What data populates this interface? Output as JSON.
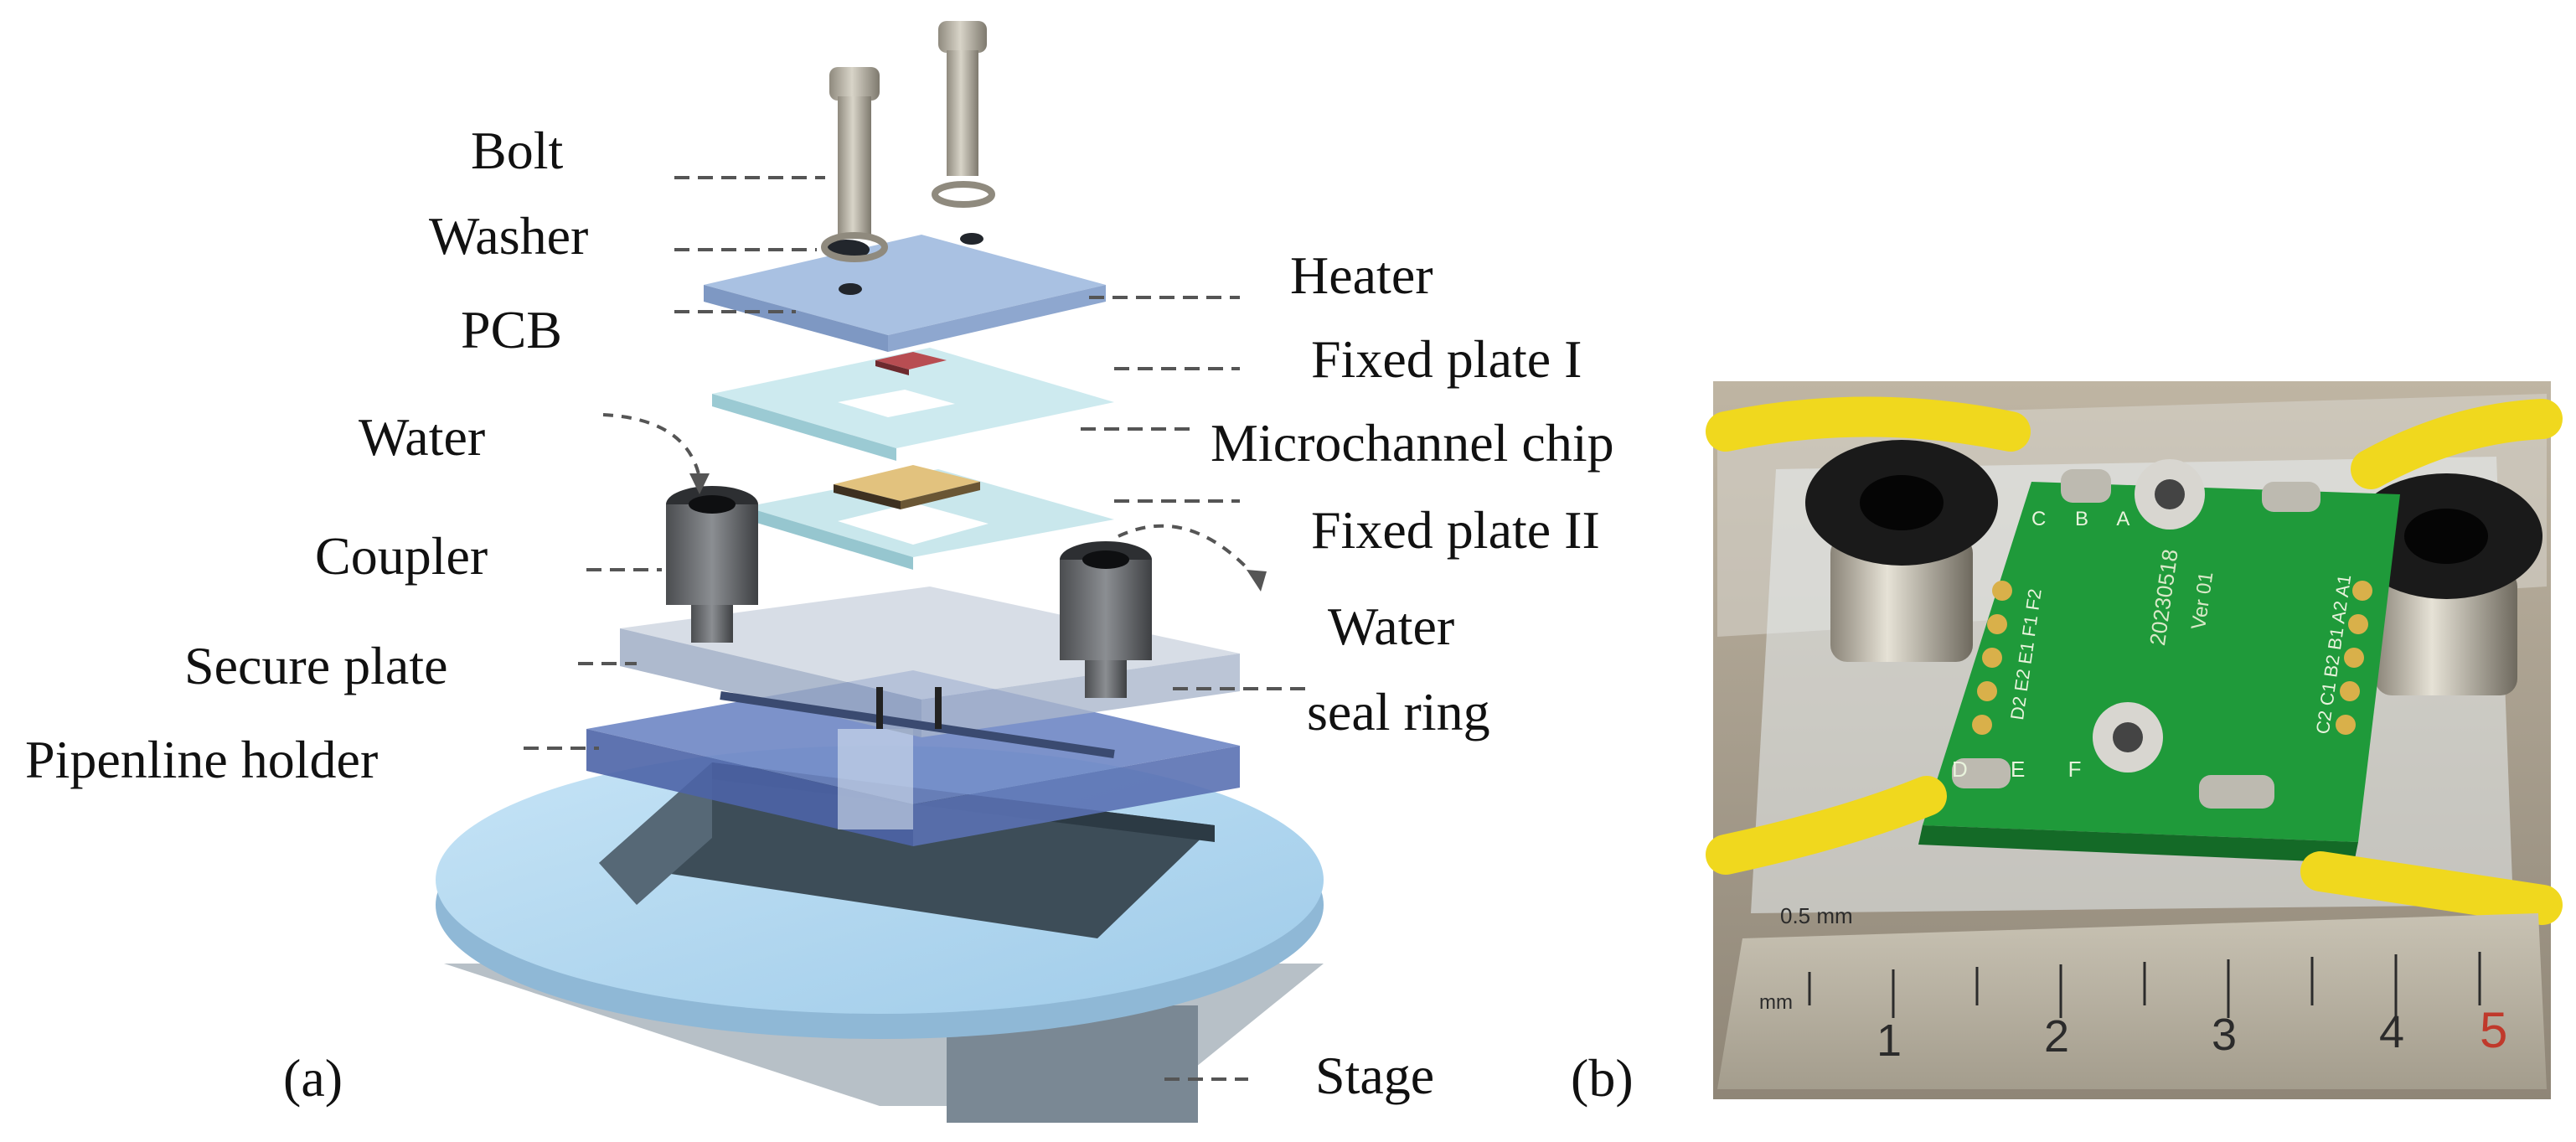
{
  "panel_a": {
    "panel_label": "(a)",
    "labels": {
      "bolt": "Bolt",
      "washer": "Washer",
      "pcb": "PCB",
      "water_in": "Water",
      "coupler": "Coupler",
      "secure_plate": "Secure plate",
      "pipeline_holder": "Pipenline holder",
      "heater": "Heater",
      "fixed_plate_1": "Fixed plate I",
      "microchannel_chip": "Microchannel chip",
      "fixed_plate_2": "Fixed plate II",
      "water_seal_ring_1": "Water",
      "water_seal_ring_2": "seal ring",
      "stage": "Stage"
    }
  },
  "panel_b": {
    "panel_label": "(b)",
    "ruler_unit": "0.5 mm",
    "ruler_unit_2": "mm",
    "ruler_numbers": [
      "1",
      "2",
      "3",
      "4",
      "5"
    ],
    "pcb_text_1": "20230518",
    "pcb_text_2": "Ver 01",
    "pcb_left_pads": "D2 E2 E1 F1 F2",
    "pcb_right_pads": "C2 C1 B2 B1 A2 A1",
    "pcb_top_letters": "C B A",
    "pcb_bottom_letters": "D E F"
  },
  "colors": {
    "stage": "#a9d3ee",
    "plate_blue": "#9fb9dc",
    "pcb_green": "#1f9a3a",
    "wire_yellow": "#f0d81e",
    "heater": "#b84d52",
    "chip": "#e2c27e"
  }
}
